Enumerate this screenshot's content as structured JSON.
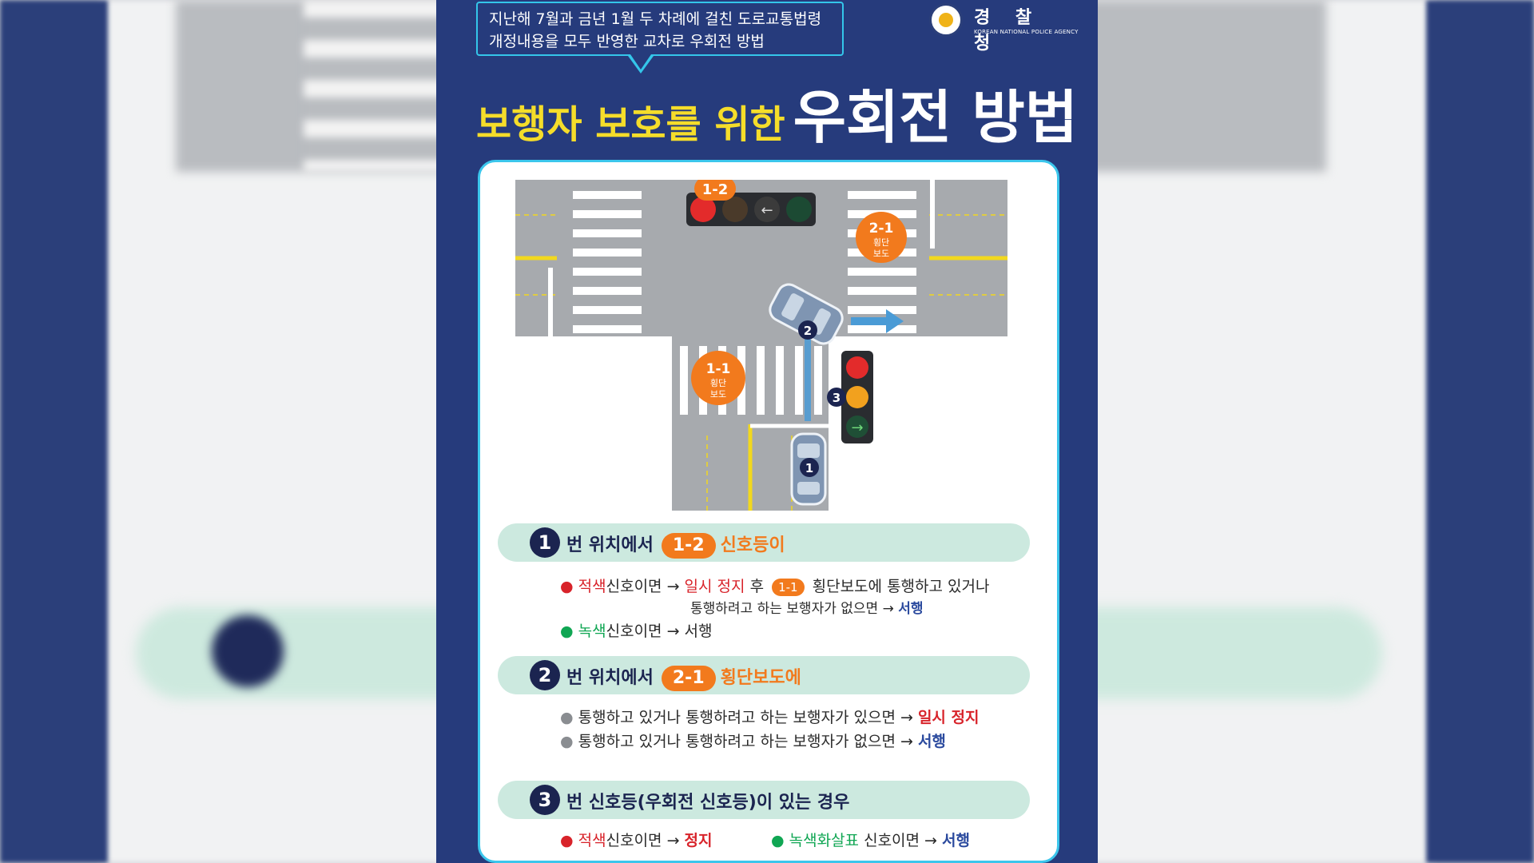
{
  "notice": {
    "line1": "지난해 7월과 금년 1월 두 차례에 걸친 도로교통법령",
    "line2": "개정내용을  모두 반영한 교차로 우회전 방법"
  },
  "agency": {
    "name": "경 찰 청",
    "english": "KOREAN NATIONAL POLICE AGENCY"
  },
  "headline": {
    "lead": "보행자 보호를 위한",
    "main": "우회전 방법"
  },
  "diagram": {
    "signal_label": "1-2",
    "crosswalk_1": {
      "num": "1-1",
      "line1": "횡단",
      "line2": "보도"
    },
    "crosswalk_2": {
      "num": "2-1",
      "line1": "횡단",
      "line2": "보도"
    },
    "position_1": "1",
    "position_2": "2",
    "position_3": "3",
    "arrow_left": "←",
    "arrow_right": "→"
  },
  "rules": [
    {
      "num": "1",
      "prefix": "번 위치에서",
      "tag": "1-2",
      "suffix": "신호등이",
      "items": [
        {
          "bullet": "●",
          "color_word": "적색",
          "rest_a": "신호이면 →",
          "action": "일시 정지",
          "rest_b": "후",
          "tag": "1-1",
          "rest_c": "횡단보도에 통행하고 있거나"
        },
        {
          "cont_a": "통행하려고 하는 보행자가 없으면 →",
          "cont_b": "서행"
        },
        {
          "bullet": "●",
          "color_word": "녹색",
          "rest": "신호이면 → 서행"
        }
      ]
    },
    {
      "num": "2",
      "prefix": "번 위치에서",
      "tag": "2-1",
      "suffix": "횡단보도에",
      "items": [
        {
          "bullet": "●",
          "text": "통행하고 있거나 통행하려고 하는 보행자가 있으면 →",
          "result": "일시 정지"
        },
        {
          "bullet": "●",
          "text": "통행하고 있거나 통행하려고 하는 보행자가 없으면 →",
          "result": "서행"
        }
      ]
    },
    {
      "num": "3",
      "text": "번 신호등(우회전 신호등)이 있는 경우",
      "items": [
        {
          "bullet": "●",
          "color_word": "적색",
          "rest": "신호이면 →",
          "result": "정지"
        },
        {
          "bullet": "●",
          "color_word": "녹색화살표",
          "rest": "신호이면 →",
          "result": "서행"
        }
      ]
    }
  ],
  "colors": {
    "poster_bg": "#263b7c",
    "accent_orange": "#f27a1d",
    "accent_cyan": "#3bc6ec",
    "headline_yellow": "#f5dd2a",
    "rule_pill": "#cce9df"
  }
}
